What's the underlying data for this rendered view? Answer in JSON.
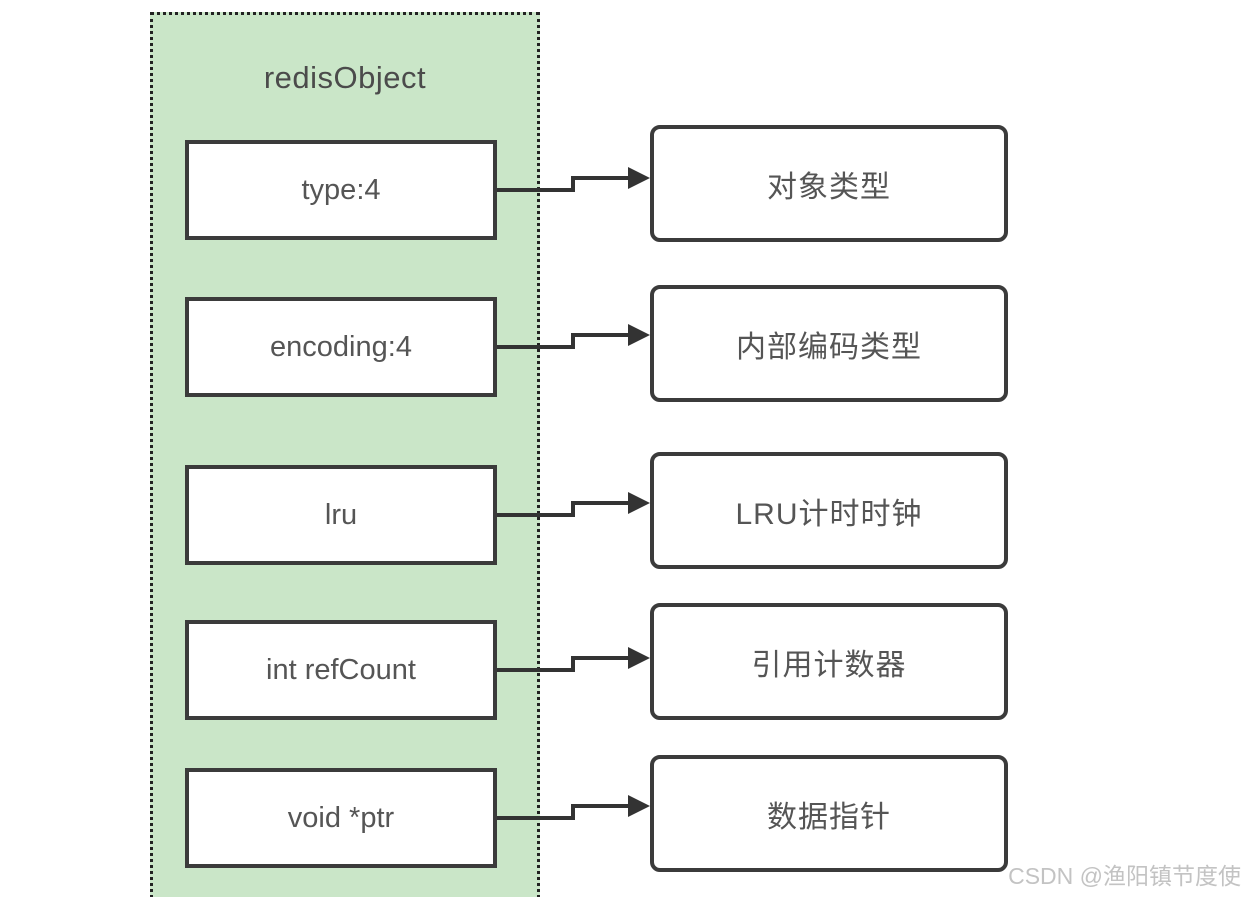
{
  "diagram": {
    "title": "redisObject",
    "rows": [
      {
        "field": "type:4",
        "desc": "对象类型"
      },
      {
        "field": "encoding:4",
        "desc": "内部编码类型"
      },
      {
        "field": "lru",
        "desc": "LRU计时时钟"
      },
      {
        "field": "int refCount",
        "desc": "引用计数器"
      },
      {
        "field": "void *ptr",
        "desc": "数据指针"
      }
    ],
    "colors": {
      "panel_fill": "#cae6c8",
      "panel_border": "#222222",
      "box_border": "#3b3b3b",
      "box_fill": "#ffffff",
      "text": "#555555",
      "arrow": "#333333"
    }
  },
  "watermark": {
    "text": "CSDN @渔阳镇节度使"
  }
}
